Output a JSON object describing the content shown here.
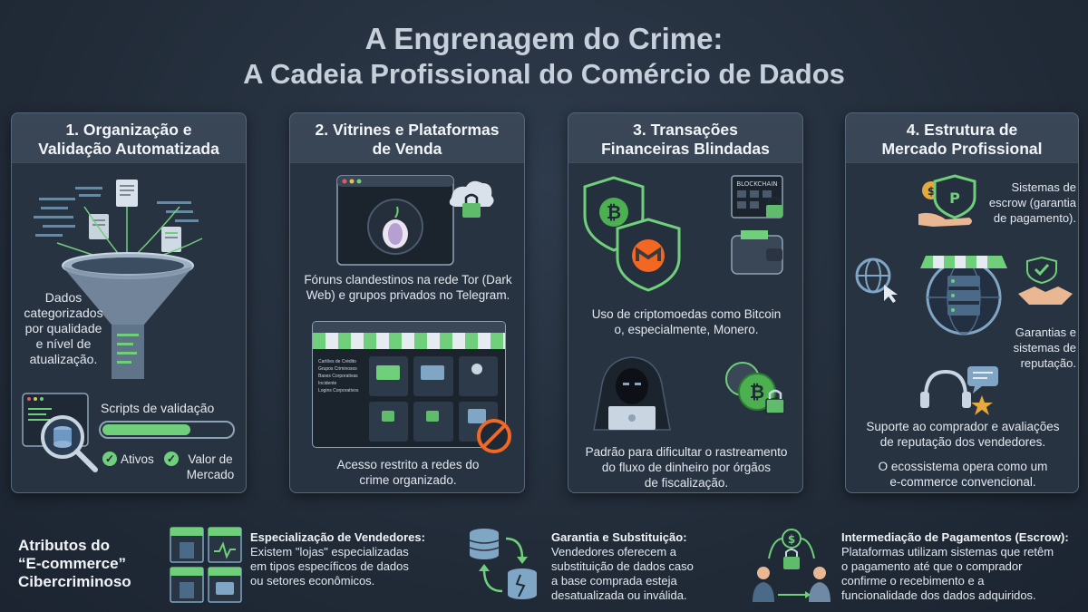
{
  "header": {
    "title_line1": "A Engrenagem do Crime:",
    "title_line2": "A Cadeia Profissional do Comércio de Dados"
  },
  "cards": [
    {
      "title_line1": "1. Organização e",
      "title_line2": "Validação Automatizada",
      "funnel_text": [
        "Dados",
        "categorizados",
        "por qualidade",
        "e nível de",
        "atualização."
      ],
      "scripts_label": "Scripts de validação",
      "progress": 0.68,
      "check1": "Ativos",
      "check2_line1": "Valor de",
      "check2_line2": "Mercado"
    },
    {
      "title_line1": "2. Vitrines e Plataformas",
      "title_line2": "de Venda",
      "text1_line1": "Fóruns clandestinos na rede Tor (Dark",
      "text1_line2": "Web) e grupos privados no Telegram.",
      "market_menu": [
        "Cartões de Crédito",
        "Grupos Criminosos",
        "Bases Corporativas",
        "Incidente",
        "Logins Corporativos"
      ],
      "text2_line1": "Acesso restrito a redes do",
      "text2_line2": "crime organizado."
    },
    {
      "title_line1": "3. Transações",
      "title_line2": "Financeiras Blindadas",
      "blockchain_label": "BLOCKCHAIN",
      "text1_line1": "Uso de criptomoedas como Bitcoin",
      "text1_line2": "o, especialmente, Monero.",
      "text2_line1": "Padrão para dificultar o rastreamento",
      "text2_line2": "do fluxo de dinheiro por órgãos",
      "text2_line3": "de fiscalização."
    },
    {
      "title_line1": "4. Estrutura de",
      "title_line2": "Mercado Profissional",
      "escrow_line1": "Sistemas de",
      "escrow_line2": "escrow (garantia",
      "escrow_line3": "de pagamento).",
      "guarantee_line1": "Garantias e",
      "guarantee_line2": "sistemas de",
      "guarantee_line3": "reputação.",
      "support_line1": "Suporte ao comprador e avaliações",
      "support_line2": "de reputação dos vendedores.",
      "eco_line1": "O ecossistema opera como um",
      "eco_line2": "e-commerce convencional."
    }
  ],
  "footer": {
    "title_line1": "Atributos do",
    "title_line2": "“E-commerce”",
    "title_line3": "Cibercriminoso",
    "attrs": [
      {
        "heading": "Especialização de Vendedores:",
        "lines": [
          "Existem \"lojas\" especializadas",
          "em tipos específicos de dados",
          "ou setores econômicos."
        ]
      },
      {
        "heading": "Garantia e Substituição:",
        "lines": [
          "Vendedores oferecem a",
          "substituição de dados caso",
          "a base comprada esteja",
          "desatualizada ou inválida."
        ]
      },
      {
        "heading": "Intermediação de Pagamentos (Escrow):",
        "lines": [
          "Plataformas utilizam sistemas que retêm",
          "o pagamento até que o comprador",
          "confirme o recebimento e a",
          "funcionalidade dos dados adquiridos."
        ]
      }
    ]
  },
  "colors": {
    "accent_green": "#6fcf7a",
    "bitcoin_green": "#4caf50",
    "monero_orange": "#f26822",
    "lock_green": "#5ebc6a"
  }
}
